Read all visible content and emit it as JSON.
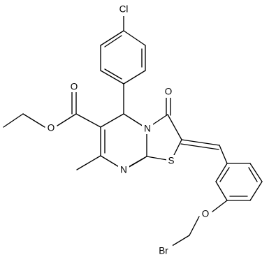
{
  "figure": {
    "atoms": {
      "cl": "Cl",
      "o_ester_carbonyl": "O",
      "o_ester_ether": "O",
      "o_ketone": "O",
      "n_ring_junction": "N",
      "n_ring": "N",
      "s_ring": "S",
      "o_aryl_ether": "O",
      "br": "Br"
    }
  }
}
